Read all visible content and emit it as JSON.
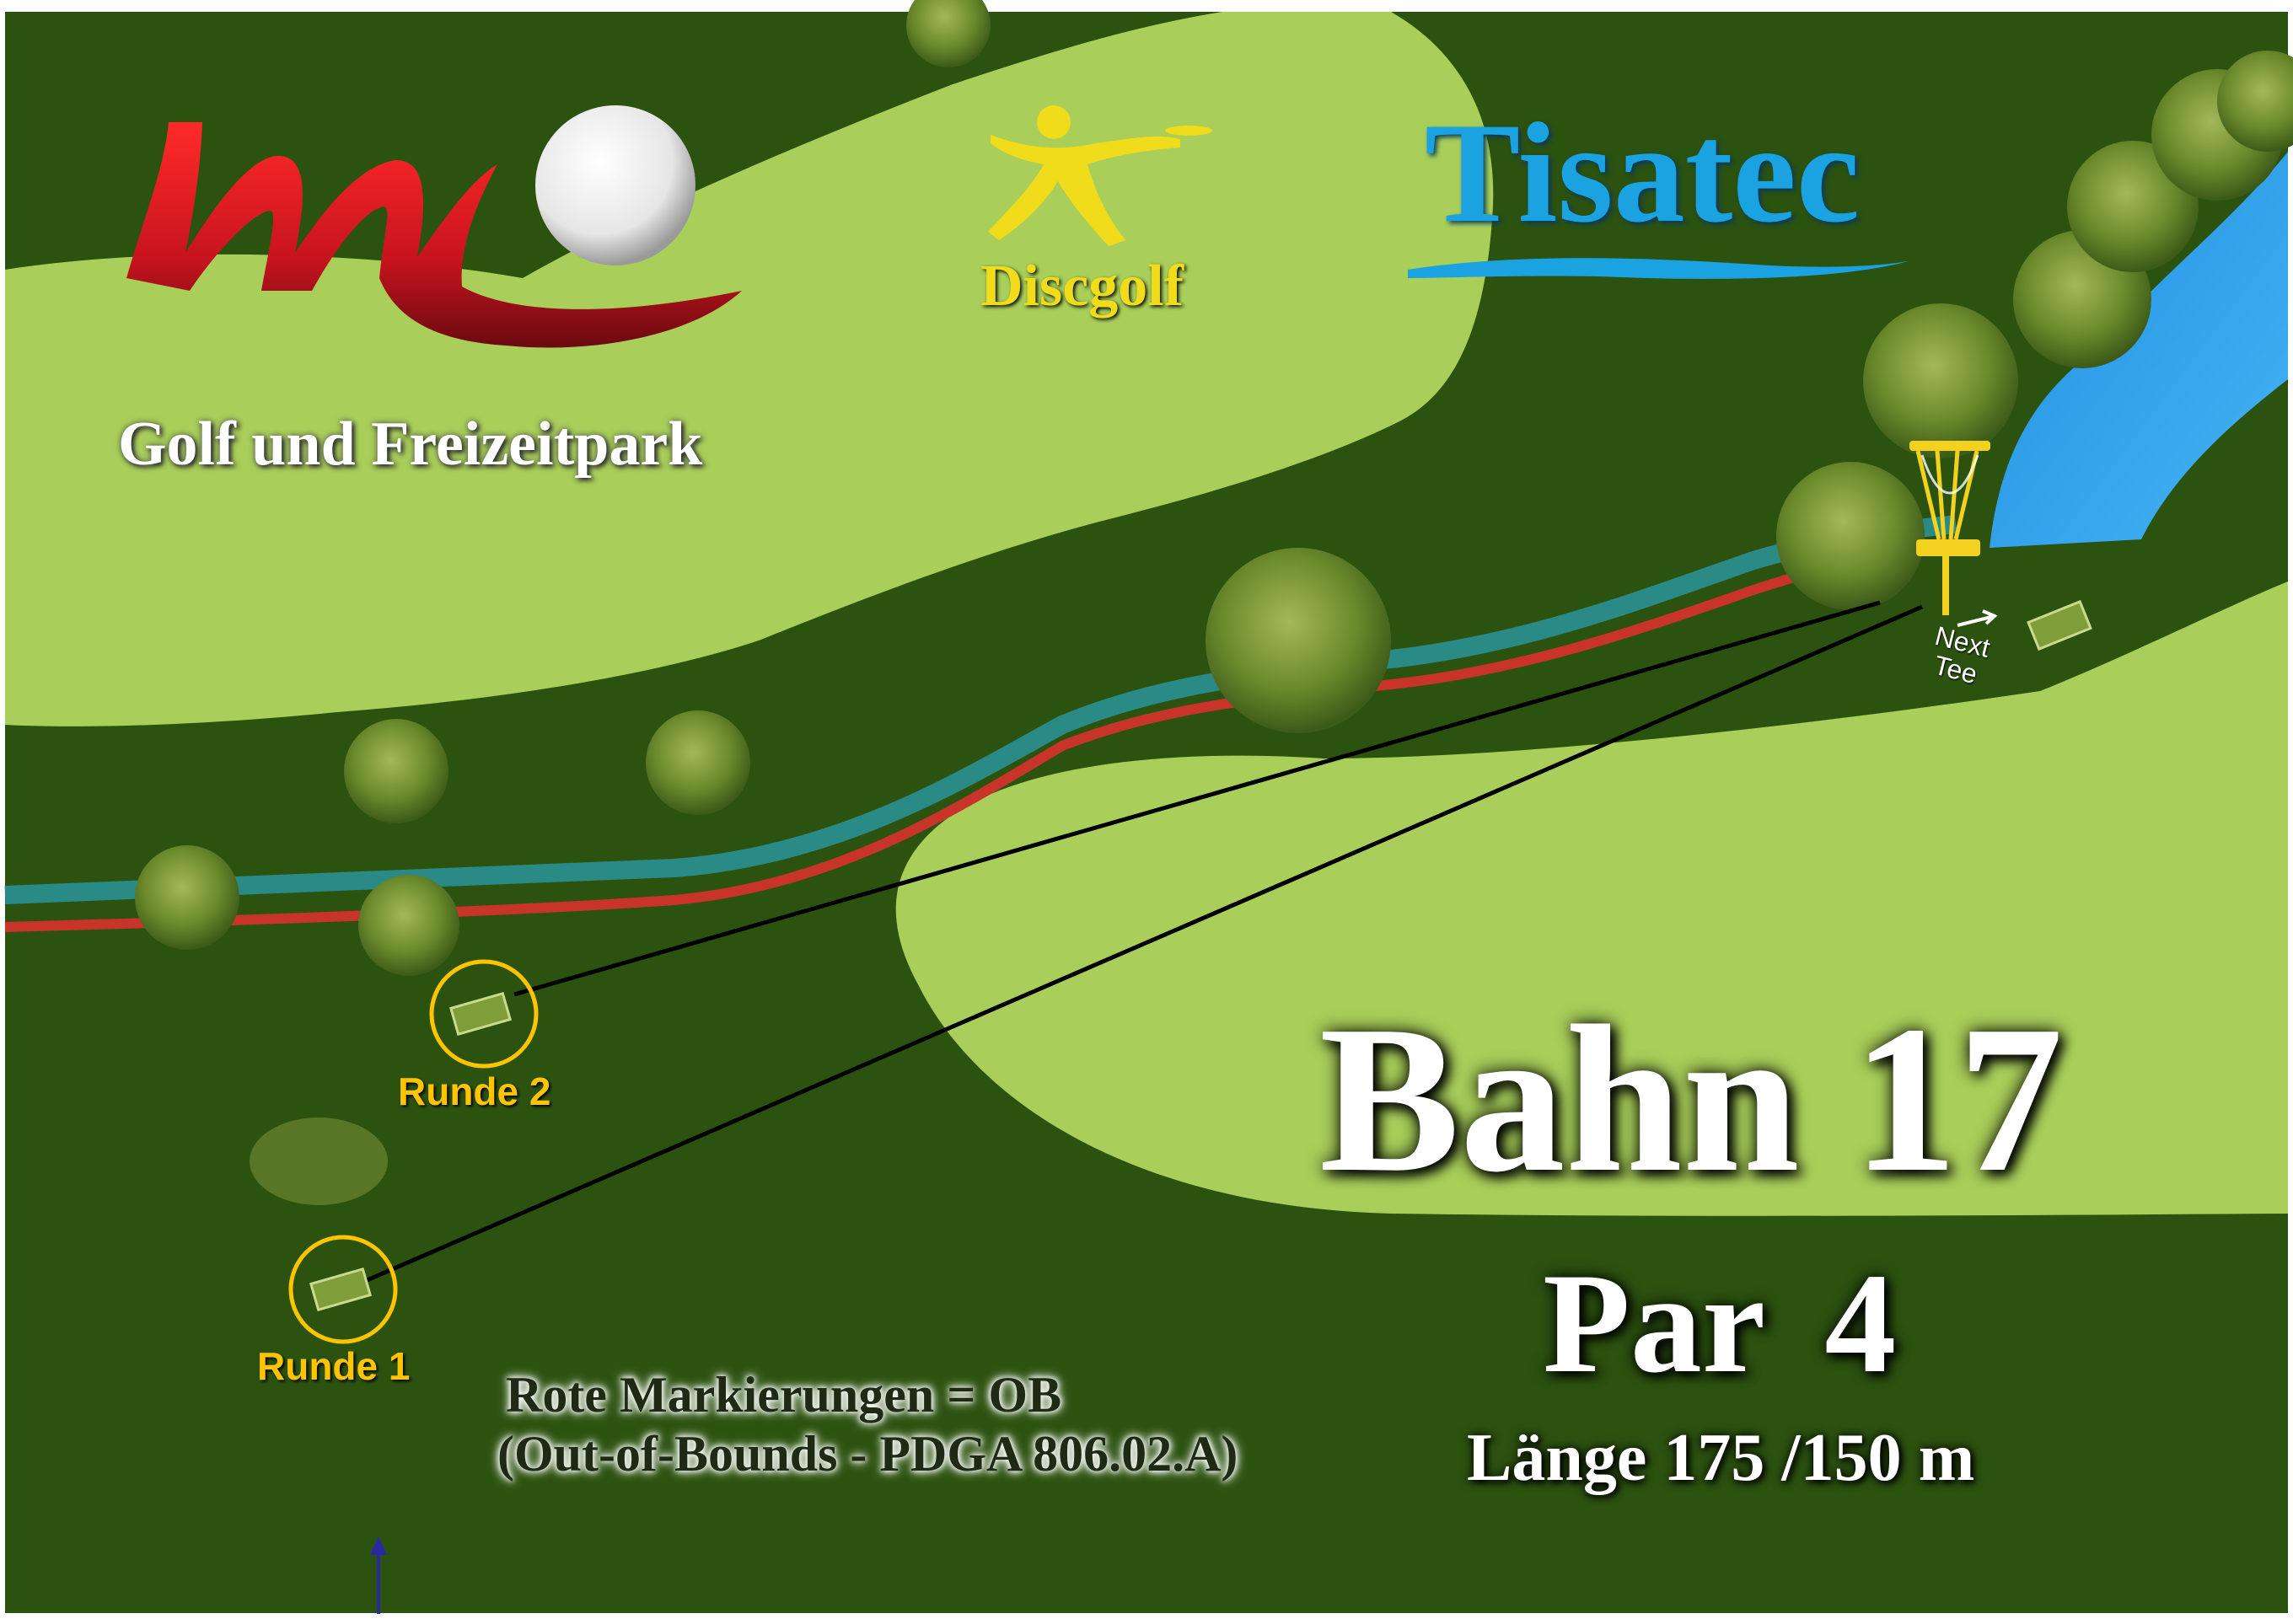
{
  "sponsors": {
    "park_name": "Golf und Freizeitpark",
    "discgolf_label": "Discgolf",
    "tisatec_name": "Tisatec"
  },
  "hole": {
    "title": "Bahn 17",
    "par_word": "Par",
    "par_value": "4",
    "length": "Länge 175 /150 m"
  },
  "tees": [
    {
      "label": "Runde 2"
    },
    {
      "label": "Runde 1"
    }
  ],
  "next_tee": {
    "line1": "Next",
    "line2": "Tee"
  },
  "legend": {
    "ob_line1": "Rote Markierungen = OB",
    "ob_line2": "(Out-of-Bounds - PDGA 806.02.A)"
  },
  "colors": {
    "rough": "#2c5210",
    "fairway": "#a9cf5a",
    "ob_line": "#c8342a",
    "teal_band": "#2a8a86",
    "water": "#2b9ee8",
    "basket": "#f2d21e",
    "tee_circle": "#ffc400",
    "logo_red": "#c8141e"
  }
}
